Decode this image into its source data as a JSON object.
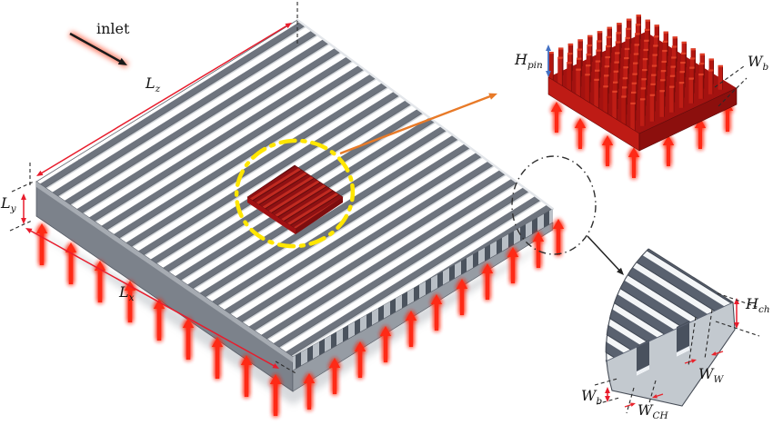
{
  "figure": {
    "inlet_label": "inlet",
    "dimensions": {
      "lz": {
        "main": "L",
        "sub": "z"
      },
      "lx": {
        "main": "L",
        "sub": "x"
      },
      "ly": {
        "main": "L",
        "sub": "y"
      }
    },
    "pin_inset": {
      "h_pin": {
        "main": "H",
        "sub": "pin"
      },
      "w_b": {
        "main": "W",
        "sub": "b"
      }
    },
    "channel_inset": {
      "h_ch": {
        "main": "H",
        "sub": "ch"
      },
      "w_w": {
        "main": "W",
        "sub": "W"
      },
      "w_ch": {
        "main": "W",
        "sub": "CH"
      },
      "w_b": {
        "main": "W",
        "sub": "b"
      }
    },
    "colors": {
      "fin_gray": "#6e747e",
      "fin_top_white": "#ffffff",
      "base_gray": "#7c828b",
      "module_red": "#b2160f",
      "module_red_dark": "#8c0f0d",
      "heat_arrow_red": "#fe2b18",
      "dimension_red": "#e81c2c",
      "measure_red": "#e8252d",
      "highlight_yellow": "#ffe600",
      "leader_orange": "#e87a28",
      "pin_height_blue": "#4472c4",
      "line_black": "#1a1a1a"
    },
    "icons": {
      "inlet-arrow": "↘",
      "heat-flux-arrow": "↑",
      "zoom-leader-arrow": "↗",
      "detail-leader-arrow": "↘",
      "highlight-circle": "◯",
      "detail-circle": "◯"
    }
  }
}
